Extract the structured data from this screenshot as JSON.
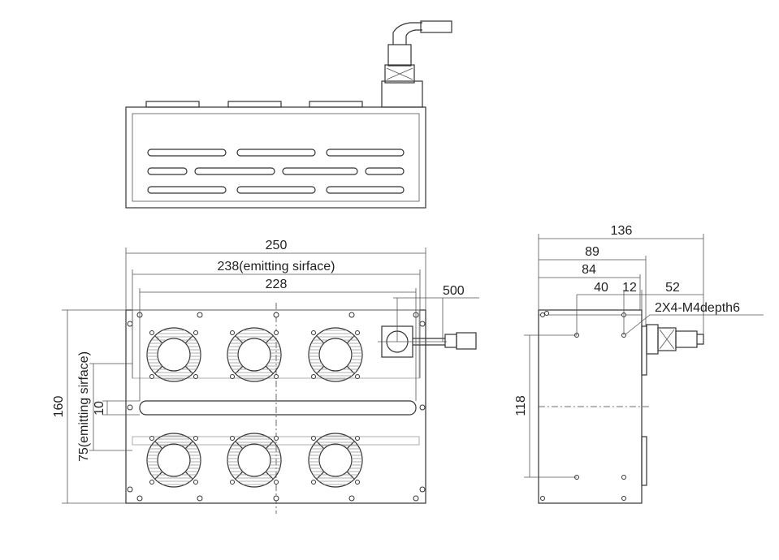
{
  "drawing": {
    "front_view": {
      "width_overall": "250",
      "width_emitting": "238(emitting sirface)",
      "width_inner": "228",
      "cable_length": "500",
      "height_overall": "160",
      "height_emitting": "75(emitting sirface)",
      "slot_height": "10"
    },
    "side_view": {
      "depth_overall": "136",
      "depth_body_flange": "89",
      "depth_body": "84",
      "hole_spacing_a": "40",
      "hole_offset": "12",
      "connector_length": "52",
      "thread_callout": "2X4-M4depth6",
      "hole_spacing_vertical": "118"
    },
    "colors": {
      "line": "#333333",
      "background": "#ffffff"
    }
  }
}
